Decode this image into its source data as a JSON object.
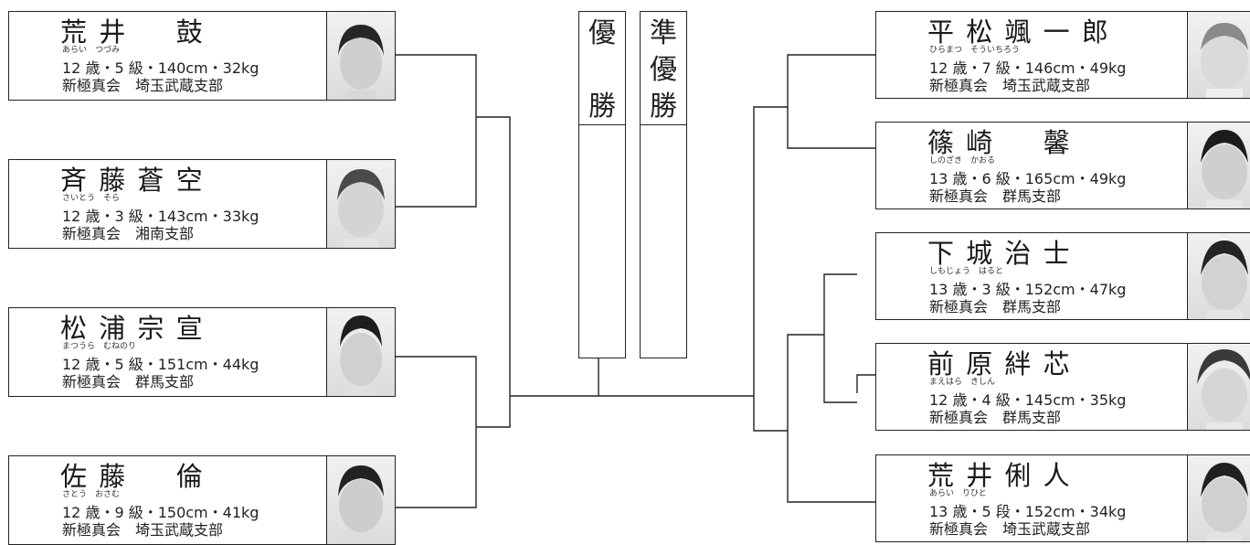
{
  "titles": {
    "champion": [
      "優",
      "勝"
    ],
    "runner_up": [
      "準",
      "優",
      "勝"
    ]
  },
  "left": [
    {
      "name": "荒 井 　 鼓",
      "ruby": "あらい　つづみ",
      "stats": "12 歳・5 級・140cm・32kg",
      "dojo": "新極真会　埼玉武蔵支部"
    },
    {
      "name": "斉 藤 蒼 空",
      "ruby": "さいとう　そら",
      "stats": "12 歳・3 級・143cm・33kg",
      "dojo": "新極真会　湘南支部"
    },
    {
      "name": "松 浦 宗 宣",
      "ruby": "まつうら　むねのり",
      "stats": "12 歳・5 級・151cm・44kg",
      "dojo": "新極真会　群馬支部"
    },
    {
      "name": "佐 藤 　 倫",
      "ruby": "さとう　おさむ",
      "stats": "12 歳・9 級・150cm・41kg",
      "dojo": "新極真会　埼玉武蔵支部"
    }
  ],
  "right": [
    {
      "name": "平 松 颯 一 郎",
      "ruby": "ひらまつ　そういちろう",
      "stats": "12 歳・7 級・146cm・49kg",
      "dojo": "新極真会　埼玉武蔵支部"
    },
    {
      "name": "篠 崎 　 馨",
      "ruby": "しのざき　かおる",
      "stats": "13 歳・6 級・165cm・49kg",
      "dojo": "新極真会　群馬支部"
    },
    {
      "name": "下 城 治 士",
      "ruby": "しもじょう　はると",
      "stats": "13 歳・3 級・152cm・47kg",
      "dojo": "新極真会　群馬支部"
    },
    {
      "name": "前 原 絆 芯",
      "ruby": "まえはら　きしん",
      "stats": "12 歳・4 級・145cm・35kg",
      "dojo": "新極真会　群馬支部"
    },
    {
      "name": "荒 井 俐 人",
      "ruby": "あらい　りひと",
      "stats": "13 歳・5 段・152cm・34kg",
      "dojo": "新極真会　埼玉武蔵支部"
    }
  ]
}
